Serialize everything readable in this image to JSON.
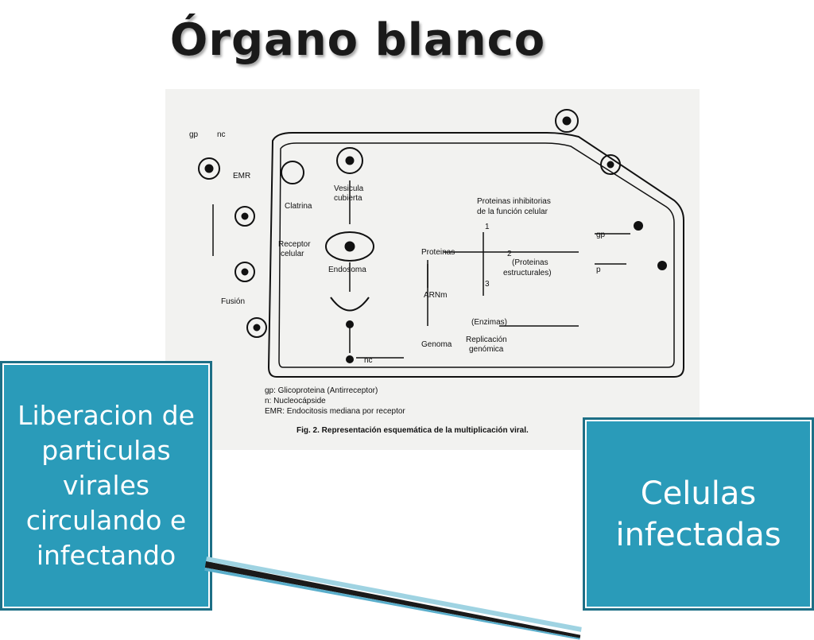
{
  "title": "Órgano blanco",
  "figure": {
    "labels": {
      "gp": "gp",
      "nc": "nc",
      "emr": "EMR",
      "clatrina": "Clatrina",
      "vesicula": "Vesicula",
      "cubierta": "cubierta",
      "receptor": "Receptor",
      "celular": "celular",
      "endosoma": "Endosoma",
      "fusion": "Fusión",
      "proteinas": "Proteinas",
      "arnm": "ARNm",
      "genoma": "Genoma",
      "nc2": "nc",
      "prot_inhib_1": "Proteinas inhibitorias",
      "prot_inhib_2": "de la función celular",
      "num1": "1",
      "num2": "2",
      "num3": "3",
      "prot_estruct_1": "(Proteinas",
      "prot_estruct_2": "estructurales)",
      "enzimas": "(Enzimas)",
      "replicacion_1": "Replicación",
      "replicacion_2": "genómica",
      "gp2": "gp",
      "p": "p"
    },
    "legend": {
      "line1": "gp: Glicoproteina (Antirreceptor)",
      "line2": "n: Nucleocápside",
      "line3": "EMR: Endocitosis mediana por receptor"
    },
    "caption": "Fig. 2. Representación esquemática de la multiplicación viral."
  },
  "callouts": {
    "left": "Liberacion de particulas virales circulando e infectando",
    "right": "Celulas infectadas"
  },
  "colors": {
    "callout_fill": "#2a9bb9",
    "callout_border": "#1d6f86",
    "title": "#1a1a1a"
  }
}
